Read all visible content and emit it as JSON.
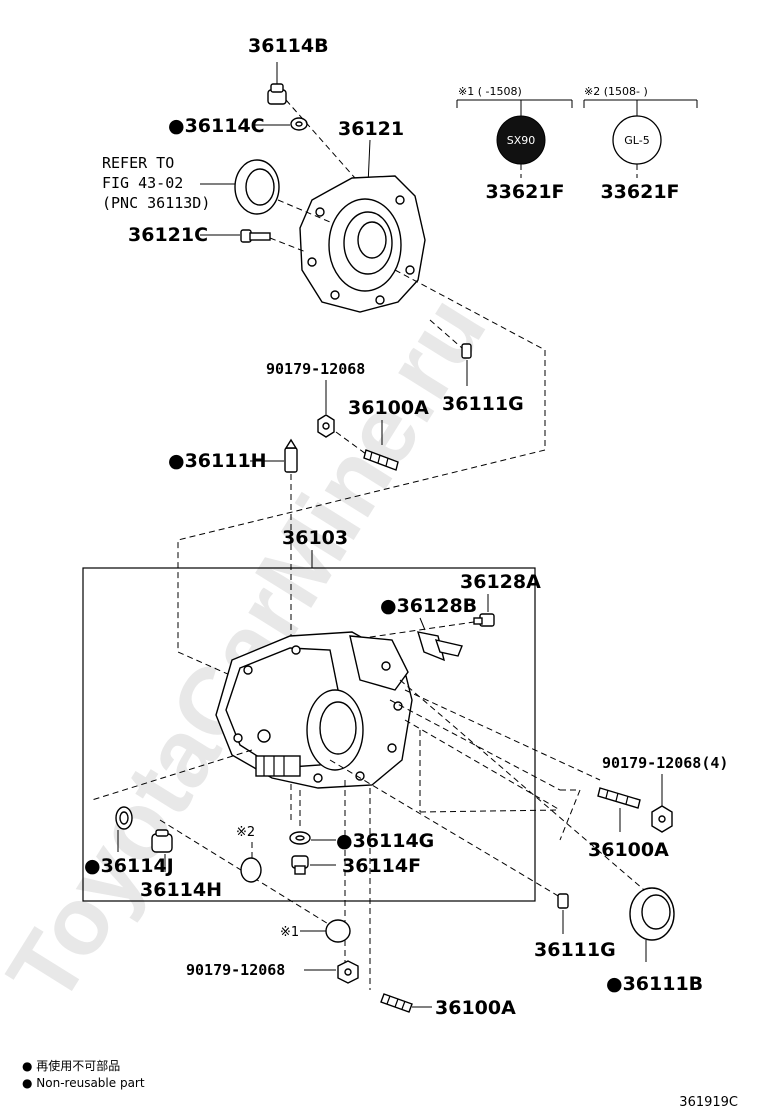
{
  "watermark": "ToyotaCarMine.ru",
  "figure_number": "361919C",
  "variants": {
    "v1": {
      "label": "※1 (      -1508)",
      "badge": "SX90",
      "part": "33621F"
    },
    "v2": {
      "label": "※2 (1508-        )",
      "badge": "GL-5",
      "part": "33621F"
    }
  },
  "labels": {
    "p36114B": "36114B",
    "p36114C": "●36114C",
    "p36121": "36121",
    "refer_1": "REFER TO",
    "refer_2": "FIG 43-02",
    "refer_3": "(PNC 36113D)",
    "p36121C": "36121C",
    "p90179_top": "90179-12068",
    "p36100A_top": "36100A",
    "p36111G_top": "36111G",
    "p36111H": "●36111H",
    "p36103": "36103",
    "p36128A": "36128A",
    "p36128B": "●36128B",
    "p90179_right": "90179-12068(4)",
    "p36100A_right": "36100A",
    "p36114G": "●36114G",
    "p36114F": "36114F",
    "p36114J": "●36114J",
    "p36114H": "36114H",
    "mark2": "※2",
    "mark1": "※1",
    "p36111G_bottom": "36111G",
    "p36111B": "●36111B",
    "p90179_bottom": "90179-12068",
    "p36100A_bottom": "36100A"
  },
  "legend": {
    "line1": "● 再使用不可部品",
    "line2": "● Non-reusable part"
  }
}
